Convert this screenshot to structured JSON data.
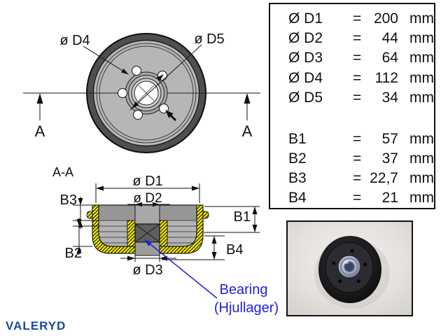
{
  "front_view": {
    "labels": {
      "d4": "ø D4",
      "d5": "ø D5",
      "section_left": "A",
      "section_right": "A"
    }
  },
  "section_view": {
    "title": "A-A",
    "labels": {
      "d1": "ø D1",
      "d2": "ø D2",
      "d3": "ø D3",
      "b1": "B1",
      "b2": "B2",
      "b3": "B3",
      "b4": "B4"
    },
    "bearing_callout": {
      "line1": "Bearing",
      "line2": "(Hjullager)"
    }
  },
  "dimensions_table": {
    "rows": [
      {
        "label": "Ø D1",
        "eq": "=",
        "value": "200",
        "unit": "mm"
      },
      {
        "label": "Ø D2",
        "eq": "=",
        "value": "44",
        "unit": "mm"
      },
      {
        "label": "Ø D3",
        "eq": "=",
        "value": "64",
        "unit": "mm"
      },
      {
        "label": "Ø D4",
        "eq": "=",
        "value": "112",
        "unit": "mm"
      },
      {
        "label": "Ø D5",
        "eq": "=",
        "value": "34",
        "unit": "mm"
      },
      {
        "label": "B1",
        "eq": "=",
        "value": "57",
        "unit": "mm"
      },
      {
        "label": "B2",
        "eq": "=",
        "value": "37",
        "unit": "mm"
      },
      {
        "label": "B3",
        "eq": "=",
        "value": "22,7",
        "unit": "mm"
      },
      {
        "label": "B4",
        "eq": "=",
        "value": "21",
        "unit": "mm"
      }
    ]
  },
  "branding": {
    "logo_text": "VALERYD"
  },
  "colors": {
    "hatch_yellow": "#f6ec00",
    "drawing_dark_ring": "#4f4f4f",
    "drawing_gray": "#b4b4b4",
    "callout_blue": "#1f1fd9",
    "logo_blue": "#15499c"
  }
}
